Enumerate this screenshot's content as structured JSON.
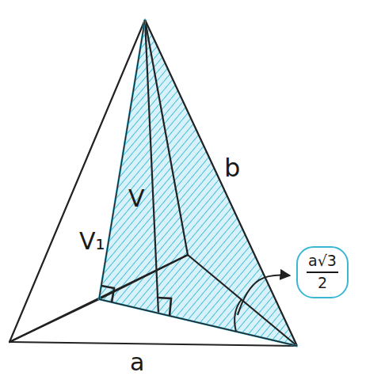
{
  "diagram": {
    "nodes": [
      {
        "text": [
          "a√3",
          "2"
        ]
      }
    ],
    "labels": [
      "V",
      "V₁",
      "b",
      "a"
    ]
  }
}
